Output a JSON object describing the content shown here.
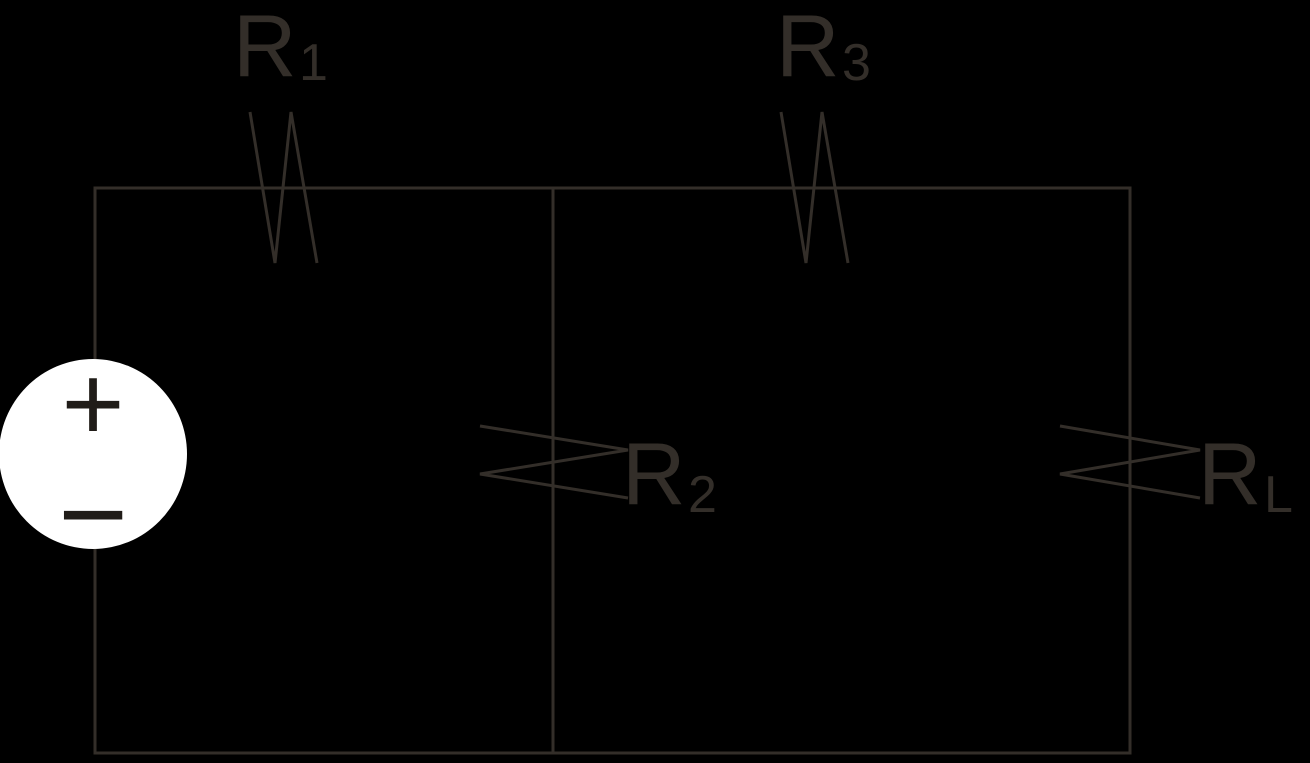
{
  "diagram": {
    "kind": "circuit-schematic",
    "description": "Two-stage resistive ladder network: voltage source feeding series R1, shunt R2, series R3, shunt load RL",
    "colors": {
      "background": "#000000",
      "wire": "#332e29",
      "label": "#332e29",
      "source_fill": "#ffffff",
      "source_symbol": "#201c18"
    },
    "source": {
      "type": "dc-voltage-source",
      "plus": "+",
      "minus": "−"
    },
    "components": {
      "r1": {
        "name": "R",
        "sub": "1",
        "role": "series resistor, left top branch"
      },
      "r2": {
        "name": "R",
        "sub": "2",
        "role": "shunt resistor, middle branch"
      },
      "r3": {
        "name": "R",
        "sub": "3",
        "role": "series resistor, right top branch"
      },
      "rl": {
        "name": "R",
        "sub": "L",
        "role": "shunt load resistor, right branch"
      }
    }
  }
}
